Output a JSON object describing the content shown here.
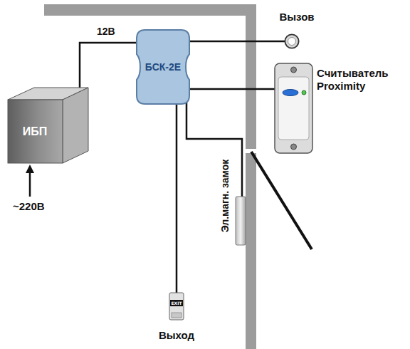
{
  "diagram": {
    "nodes": [
      {
        "text": [
          "ИБП"
        ]
      },
      {
        "text": [
          "БСК-2Е"
        ]
      },
      {
        "text": [
          "Вызов"
        ]
      },
      {
        "text": [
          "Считыватель Proximity"
        ]
      },
      {
        "text": [
          "Эл.магн. замок"
        ]
      },
      {
        "text": [
          "EXIT",
          "Выход"
        ]
      }
    ],
    "edges": [
      {
        "from": 0,
        "to": 1,
        "arrow": "none",
        "label": "12В"
      },
      {
        "from": 1,
        "to": 2,
        "arrow": "none"
      },
      {
        "from": 1,
        "to": 3,
        "arrow": "none"
      },
      {
        "from": 1,
        "to": 4,
        "arrow": "none"
      },
      {
        "from": 1,
        "to": 5,
        "arrow": "none"
      }
    ],
    "labels": [
      "~220В"
    ]
  }
}
